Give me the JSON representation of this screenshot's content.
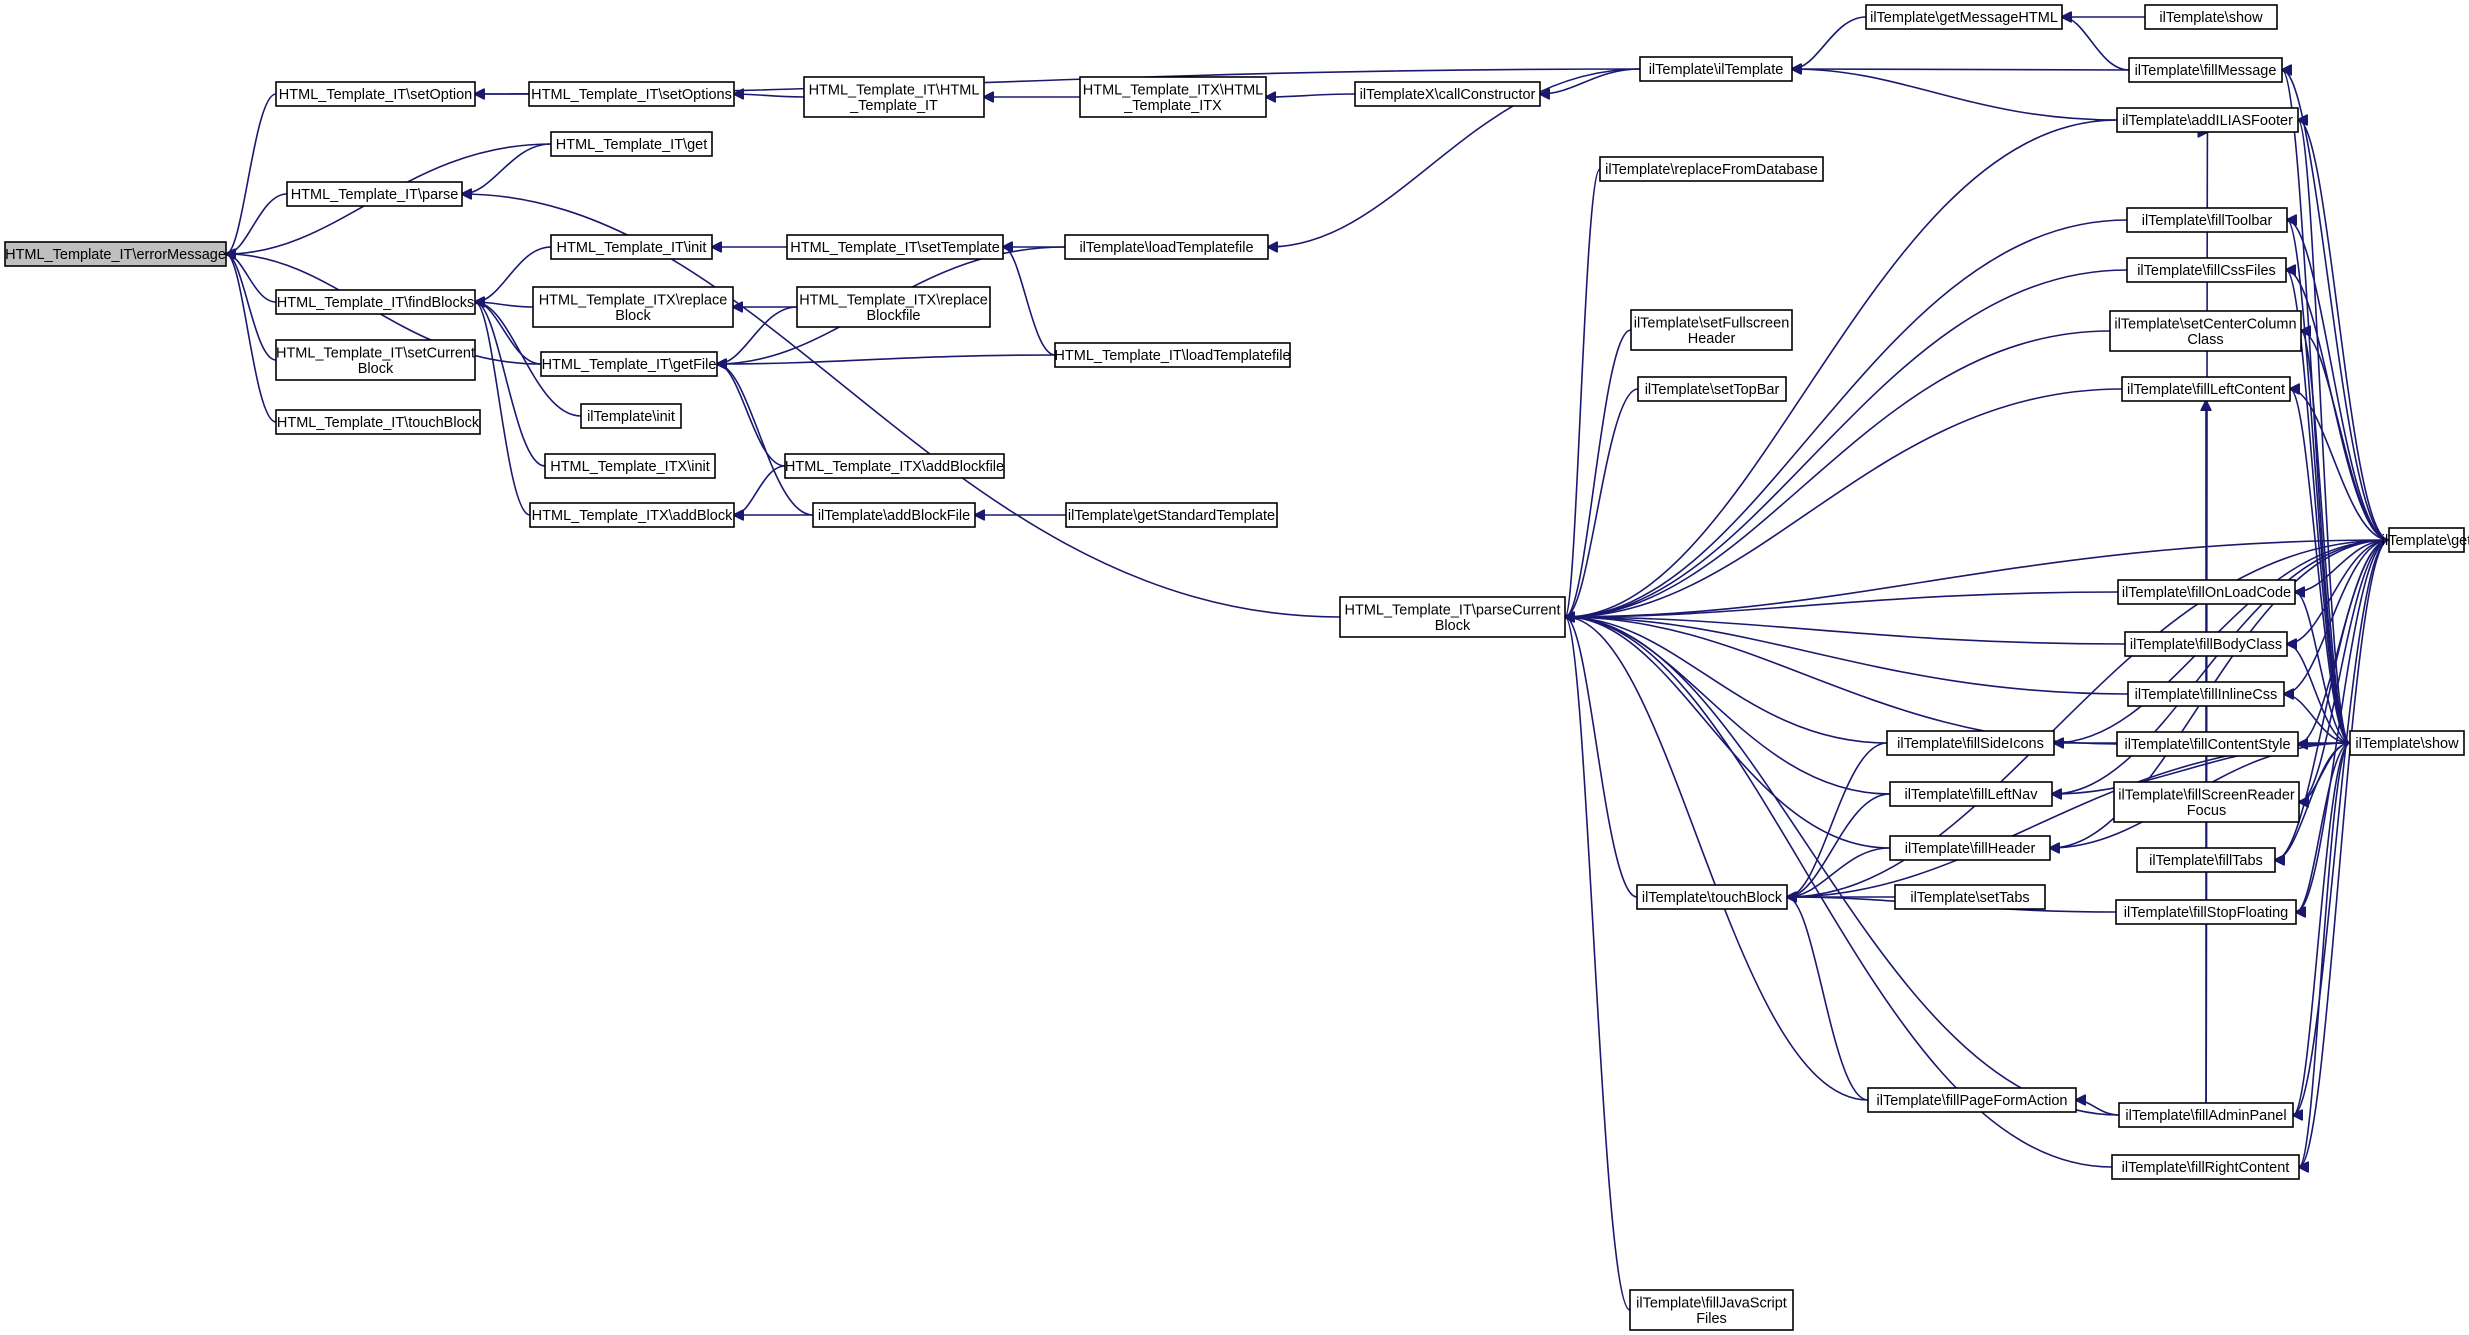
{
  "diagram": {
    "type": "call-graph",
    "colors": {
      "edge": "#191970",
      "node_border": "#000000",
      "node_fill": "#ffffff",
      "root_fill": "#bfbfbf"
    },
    "nodes": [
      {
        "id": "n0",
        "lines": [
          "HTML_Template_IT\\errorMessage"
        ],
        "root": true
      },
      {
        "id": "n1",
        "lines": [
          "HTML_Template_IT\\setOption"
        ]
      },
      {
        "id": "n2",
        "lines": [
          "HTML_Template_IT\\parse"
        ]
      },
      {
        "id": "n3",
        "lines": [
          "HTML_Template_IT\\findBlocks"
        ]
      },
      {
        "id": "n4",
        "lines": [
          "HTML_Template_IT\\setCurrent",
          "Block"
        ]
      },
      {
        "id": "n5",
        "lines": [
          "HTML_Template_IT\\touchBlock"
        ]
      },
      {
        "id": "n6",
        "lines": [
          "HTML_Template_IT\\setOptions"
        ]
      },
      {
        "id": "n7",
        "lines": [
          "HTML_Template_IT\\get"
        ]
      },
      {
        "id": "n8",
        "lines": [
          "HTML_Template_IT\\init"
        ]
      },
      {
        "id": "n9",
        "lines": [
          "HTML_Template_ITX\\replace",
          "Block"
        ]
      },
      {
        "id": "n10",
        "lines": [
          "HTML_Template_IT\\getFile"
        ]
      },
      {
        "id": "n11",
        "lines": [
          "ilTemplate\\init"
        ]
      },
      {
        "id": "n12",
        "lines": [
          "HTML_Template_ITX\\init"
        ]
      },
      {
        "id": "n13",
        "lines": [
          "HTML_Template_ITX\\addBlock"
        ]
      },
      {
        "id": "n14",
        "lines": [
          "HTML_Template_IT\\HTML",
          "_Template_IT"
        ]
      },
      {
        "id": "n15",
        "lines": [
          "HTML_Template_IT\\setTemplate"
        ]
      },
      {
        "id": "n16",
        "lines": [
          "HTML_Template_ITX\\replace",
          "Blockfile"
        ]
      },
      {
        "id": "n17",
        "lines": [
          "HTML_Template_ITX\\addBlockfile"
        ]
      },
      {
        "id": "n18",
        "lines": [
          "ilTemplate\\addBlockFile"
        ]
      },
      {
        "id": "n19",
        "lines": [
          "HTML_Template_ITX\\HTML",
          "_Template_ITX"
        ]
      },
      {
        "id": "n20",
        "lines": [
          "ilTemplate\\loadTemplatefile"
        ]
      },
      {
        "id": "n21",
        "lines": [
          "HTML_Template_IT\\loadTemplatefile"
        ]
      },
      {
        "id": "n22",
        "lines": [
          "ilTemplate\\getStandardTemplate"
        ]
      },
      {
        "id": "n23",
        "lines": [
          "ilTemplateX\\callConstructor"
        ]
      },
      {
        "id": "n24",
        "lines": [
          "HTML_Template_IT\\parseCurrent",
          "Block"
        ]
      },
      {
        "id": "n25",
        "lines": [
          "ilTemplate\\ilTemplate"
        ]
      },
      {
        "id": "n26",
        "lines": [
          "ilTemplate\\replaceFromDatabase"
        ]
      },
      {
        "id": "n27",
        "lines": [
          "ilTemplate\\setFullscreen",
          "Header"
        ]
      },
      {
        "id": "n28",
        "lines": [
          "ilTemplate\\setTopBar"
        ]
      },
      {
        "id": "n29",
        "lines": [
          "ilTemplate\\fillSideIcons"
        ]
      },
      {
        "id": "n30",
        "lines": [
          "ilTemplate\\fillLeftNav"
        ]
      },
      {
        "id": "n31",
        "lines": [
          "ilTemplate\\fillHeader"
        ]
      },
      {
        "id": "n32",
        "lines": [
          "ilTemplate\\touchBlock"
        ]
      },
      {
        "id": "n33",
        "lines": [
          "ilTemplate\\setTabs"
        ]
      },
      {
        "id": "n34",
        "lines": [
          "ilTemplate\\fillPageFormAction"
        ]
      },
      {
        "id": "n35",
        "lines": [
          "ilTemplate\\fillJavaScript",
          "Files"
        ]
      },
      {
        "id": "n36",
        "lines": [
          "ilTemplate\\getMessageHTML"
        ]
      },
      {
        "id": "n37",
        "lines": [
          "ilTemplate\\show"
        ]
      },
      {
        "id": "n38",
        "lines": [
          "ilTemplate\\fillMessage"
        ]
      },
      {
        "id": "n39",
        "lines": [
          "ilTemplate\\addILIASFooter"
        ]
      },
      {
        "id": "n40",
        "lines": [
          "ilTemplate\\fillToolbar"
        ]
      },
      {
        "id": "n41",
        "lines": [
          "ilTemplate\\fillCssFiles"
        ]
      },
      {
        "id": "n42",
        "lines": [
          "ilTemplate\\setCenterColumn",
          "Class"
        ]
      },
      {
        "id": "n43",
        "lines": [
          "ilTemplate\\fillLeftContent"
        ]
      },
      {
        "id": "n44",
        "lines": [
          "ilTemplate\\fillOnLoadCode"
        ]
      },
      {
        "id": "n45",
        "lines": [
          "ilTemplate\\fillBodyClass"
        ]
      },
      {
        "id": "n46",
        "lines": [
          "ilTemplate\\fillInlineCss"
        ]
      },
      {
        "id": "n47",
        "lines": [
          "ilTemplate\\fillContentStyle"
        ]
      },
      {
        "id": "n48",
        "lines": [
          "ilTemplate\\fillScreenReader",
          "Focus"
        ]
      },
      {
        "id": "n49",
        "lines": [
          "ilTemplate\\fillTabs"
        ]
      },
      {
        "id": "n50",
        "lines": [
          "ilTemplate\\fillStopFloating"
        ]
      },
      {
        "id": "n51",
        "lines": [
          "ilTemplate\\fillAdminPanel"
        ]
      },
      {
        "id": "n52",
        "lines": [
          "ilTemplate\\fillRightContent"
        ]
      },
      {
        "id": "n53",
        "lines": [
          "ilTemplate\\get"
        ]
      },
      {
        "id": "n54",
        "lines": [
          "ilTemplate\\show"
        ]
      }
    ],
    "edges": [
      [
        "n1",
        "n0"
      ],
      [
        "n2",
        "n0"
      ],
      [
        "n3",
        "n0"
      ],
      [
        "n4",
        "n0"
      ],
      [
        "n5",
        "n0"
      ],
      [
        "n7",
        "n0"
      ],
      [
        "n10",
        "n0"
      ],
      [
        "n6",
        "n1"
      ],
      [
        "n25",
        "n1"
      ],
      [
        "n14",
        "n6"
      ],
      [
        "n19",
        "n14"
      ],
      [
        "n23",
        "n19"
      ],
      [
        "n25",
        "n23"
      ],
      [
        "n7",
        "n2"
      ],
      [
        "n24",
        "n2"
      ],
      [
        "n8",
        "n3"
      ],
      [
        "n9",
        "n3"
      ],
      [
        "n10",
        "n3"
      ],
      [
        "n11",
        "n3"
      ],
      [
        "n12",
        "n3"
      ],
      [
        "n13",
        "n3"
      ],
      [
        "n15",
        "n8"
      ],
      [
        "n20",
        "n15"
      ],
      [
        "n21",
        "n15"
      ],
      [
        "n16",
        "n9"
      ],
      [
        "n16",
        "n10"
      ],
      [
        "n20",
        "n10"
      ],
      [
        "n21",
        "n10"
      ],
      [
        "n17",
        "n10"
      ],
      [
        "n18",
        "n10"
      ],
      [
        "n17",
        "n13"
      ],
      [
        "n18",
        "n13"
      ],
      [
        "n22",
        "n18"
      ],
      [
        "n25",
        "n20"
      ],
      [
        "n36",
        "n25"
      ],
      [
        "n38",
        "n25"
      ],
      [
        "n39",
        "n25"
      ],
      [
        "n37",
        "n36"
      ],
      [
        "n38",
        "n36"
      ],
      [
        "n26",
        "n24"
      ],
      [
        "n27",
        "n24"
      ],
      [
        "n28",
        "n24"
      ],
      [
        "n29",
        "n24"
      ],
      [
        "n30",
        "n24"
      ],
      [
        "n31",
        "n24"
      ],
      [
        "n32",
        "n24"
      ],
      [
        "n34",
        "n24"
      ],
      [
        "n35",
        "n24"
      ],
      [
        "n39",
        "n24"
      ],
      [
        "n40",
        "n24"
      ],
      [
        "n41",
        "n24"
      ],
      [
        "n42",
        "n24"
      ],
      [
        "n43",
        "n24"
      ],
      [
        "n44",
        "n24"
      ],
      [
        "n45",
        "n24"
      ],
      [
        "n46",
        "n24"
      ],
      [
        "n47",
        "n24"
      ],
      [
        "n51",
        "n24"
      ],
      [
        "n52",
        "n24"
      ],
      [
        "n53",
        "n24"
      ],
      [
        "n29",
        "n32"
      ],
      [
        "n30",
        "n32"
      ],
      [
        "n31",
        "n32"
      ],
      [
        "n33",
        "n32"
      ],
      [
        "n34",
        "n32"
      ],
      [
        "n50",
        "n32"
      ],
      [
        "n53",
        "n32"
      ],
      [
        "n54",
        "n32"
      ],
      [
        "n51",
        "n34"
      ],
      [
        "n53",
        "n38"
      ],
      [
        "n54",
        "n38"
      ],
      [
        "n53",
        "n39"
      ],
      [
        "n54",
        "n39"
      ],
      [
        "n53",
        "n40"
      ],
      [
        "n54",
        "n40"
      ],
      [
        "n53",
        "n41"
      ],
      [
        "n54",
        "n41"
      ],
      [
        "n53",
        "n42"
      ],
      [
        "n54",
        "n42"
      ],
      [
        "n53",
        "n43"
      ],
      [
        "n54",
        "n43"
      ],
      [
        "n53",
        "n44"
      ],
      [
        "n54",
        "n44"
      ],
      [
        "n53",
        "n45"
      ],
      [
        "n54",
        "n45"
      ],
      [
        "n53",
        "n46"
      ],
      [
        "n54",
        "n46"
      ],
      [
        "n53",
        "n47"
      ],
      [
        "n54",
        "n47"
      ],
      [
        "n53",
        "n48"
      ],
      [
        "n54",
        "n48"
      ],
      [
        "n53",
        "n49"
      ],
      [
        "n54",
        "n49"
      ],
      [
        "n53",
        "n50"
      ],
      [
        "n54",
        "n50"
      ],
      [
        "n53",
        "n51"
      ],
      [
        "n54",
        "n51"
      ],
      [
        "n53",
        "n52"
      ],
      [
        "n54",
        "n52"
      ],
      [
        "n53",
        "n29"
      ],
      [
        "n54",
        "n29"
      ],
      [
        "n53",
        "n30"
      ],
      [
        "n54",
        "n30"
      ],
      [
        "n53",
        "n31"
      ],
      [
        "n54",
        "n31"
      ],
      [
        "n51",
        "n39"
      ],
      [
        "n51",
        "n43"
      ]
    ]
  }
}
